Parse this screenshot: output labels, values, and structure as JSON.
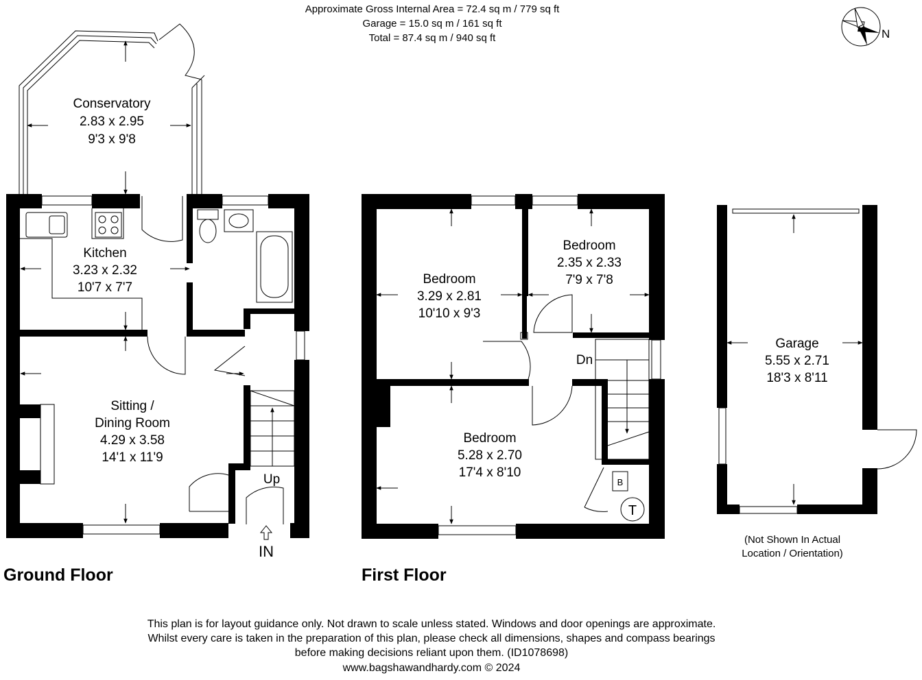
{
  "header": {
    "line1": "Approximate Gross Internal Area = 72.4 sq m / 779 sq ft",
    "line2": "Garage = 15.0 sq m / 161 sq ft",
    "line3": "Total = 87.4 sq m / 940 sq ft"
  },
  "compass": {
    "label": "N",
    "icon": "compass-rose-icon"
  },
  "ground_floor": {
    "title": "Ground Floor",
    "entrance_label": "IN",
    "stairs_label": "Up",
    "rooms": {
      "conservatory": {
        "name": "Conservatory",
        "metric": "2.83 x 2.95",
        "imperial": "9'3 x 9'8"
      },
      "kitchen": {
        "name": "Kitchen",
        "metric": "3.23 x 2.32",
        "imperial": "10'7 x 7'7"
      },
      "sitting": {
        "name_line1": "Sitting /",
        "name_line2": "Dining  Room",
        "metric": "4.29 x 3.58",
        "imperial": "14'1 x 11'9"
      }
    }
  },
  "first_floor": {
    "title": "First Floor",
    "stairs_label": "Dn",
    "boiler_label": "B",
    "tank_label": "T",
    "rooms": {
      "bedroom1": {
        "name": "Bedroom",
        "metric": "3.29 x 2.81",
        "imperial": "10'10 x 9'3"
      },
      "bedroom2": {
        "name": "Bedroom",
        "metric": "2.35 x 2.33",
        "imperial": "7'9 x 7'8"
      },
      "bedroom3": {
        "name": "Bedroom",
        "metric": "5.28 x 2.70",
        "imperial": "17'4 x 8'10"
      }
    }
  },
  "garage": {
    "name": "Garage",
    "metric": "5.55 x 2.71",
    "imperial": "18'3 x 8'11",
    "note_line1": "(Not Shown In Actual",
    "note_line2": "Location / Orientation)"
  },
  "disclaimer": {
    "line1": "This plan is for layout guidance only. Not drawn to scale unless stated. Windows and door openings are approximate.",
    "line2": "Whilst every care is taken in the preparation of this plan, please check all dimensions, shapes and compass bearings",
    "line3": "before making decisions reliant upon them. (ID1078698)",
    "line4": "www.bagshawandhardy.com © 2024"
  }
}
